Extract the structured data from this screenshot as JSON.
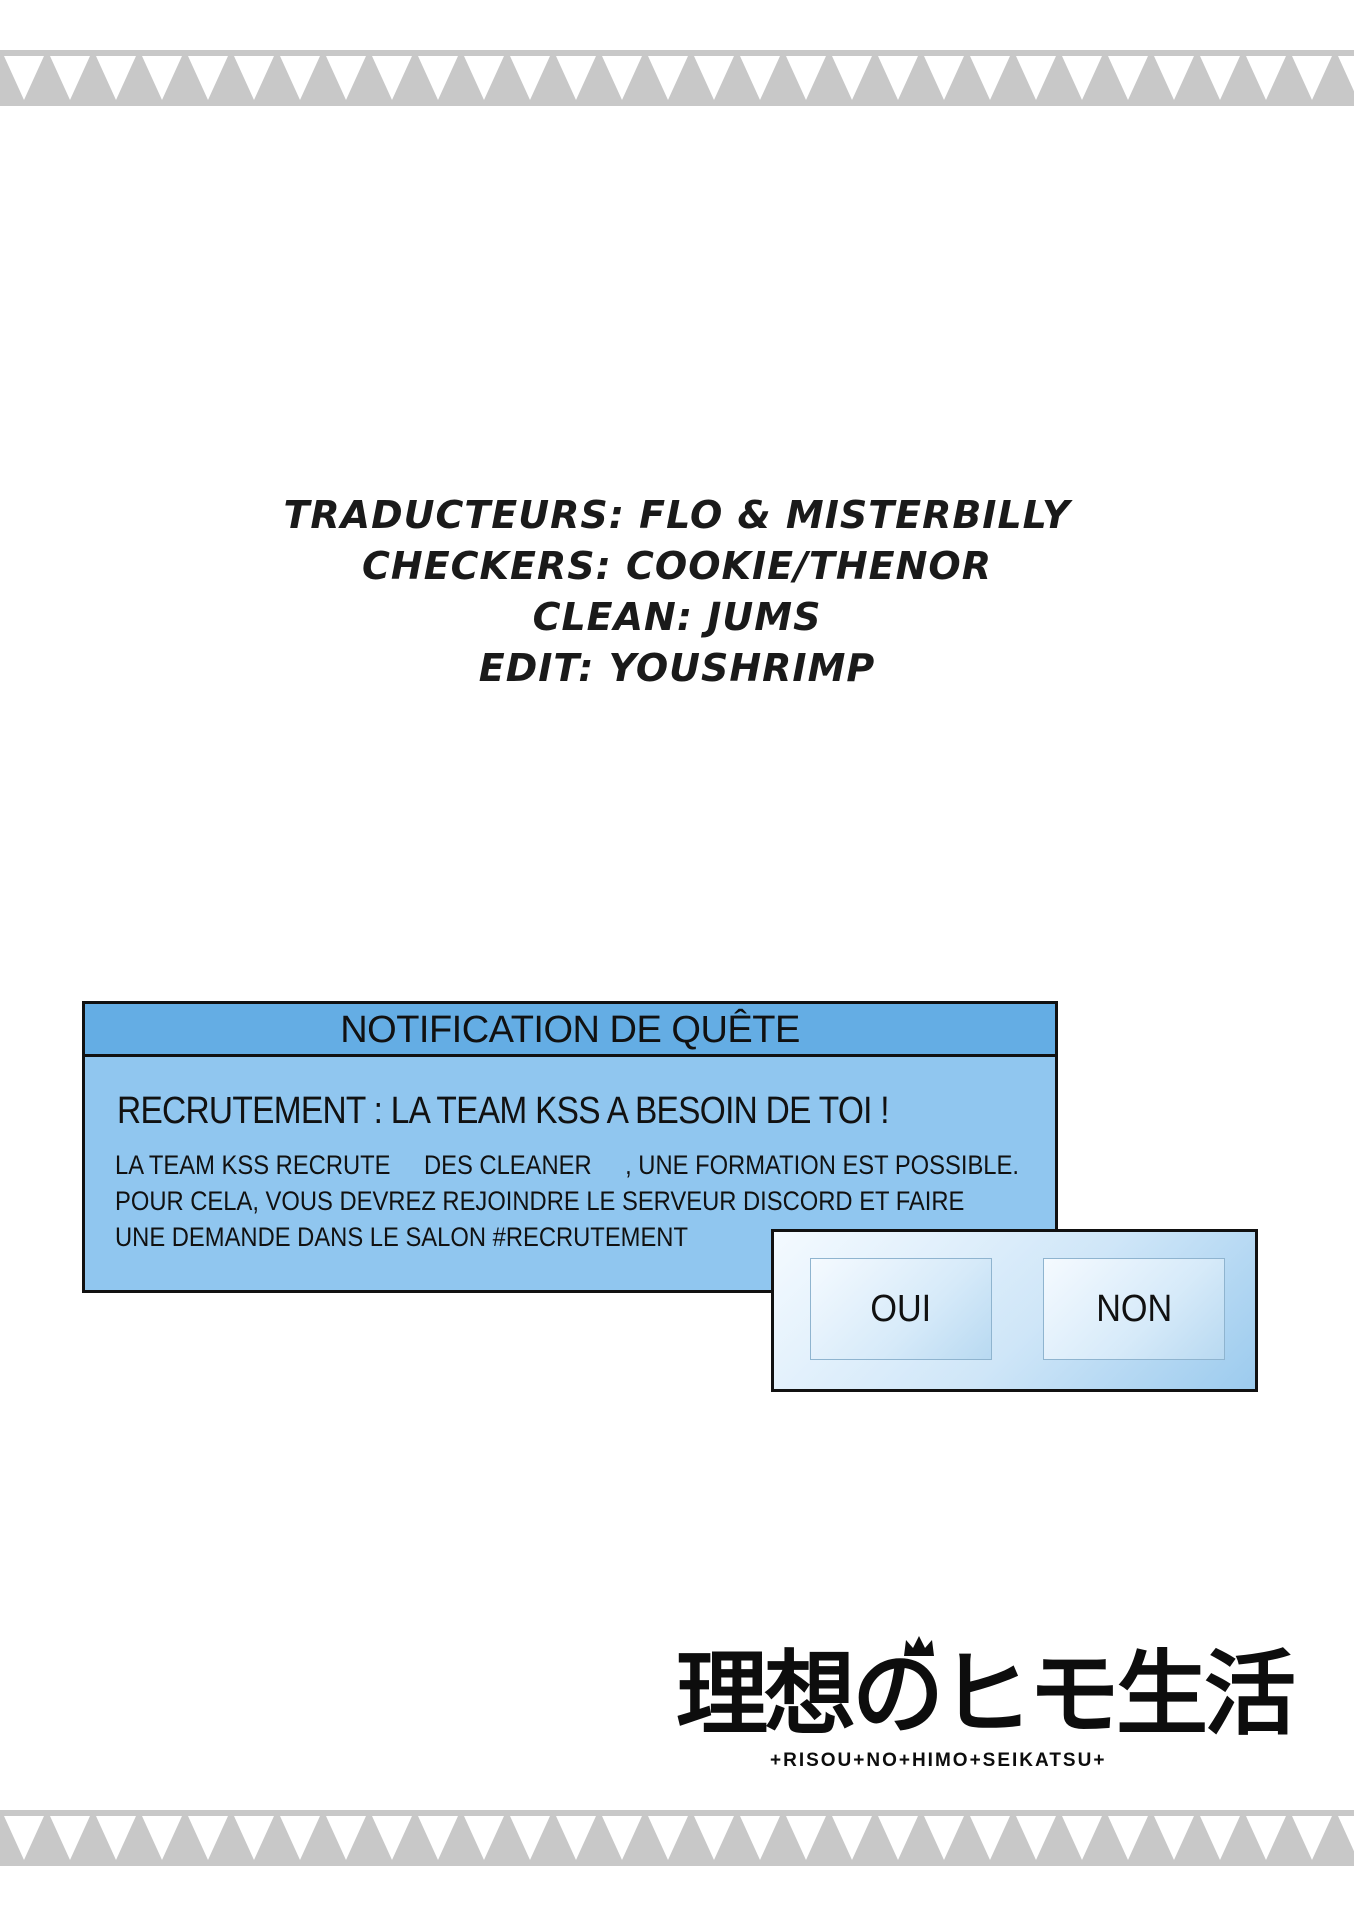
{
  "credits": {
    "translators": "TRADUCTEURS: FLO & MISTERBILLY",
    "checkers": "CHECKERS: COOKIE/THENOR",
    "clean": "CLEAN: JUMS",
    "edit": "EDIT: YOUSHRIMP"
  },
  "quest": {
    "header": "NOTIFICATION DE QUÊTE",
    "title": "RECRUTEMENT : LA TEAM KSS A BESOIN DE TOI !",
    "body_line1_a": "LA TEAM KSS RECRUTE",
    "body_line1_b": "DES CLEANER",
    "body_line1_c": ", UNE FORMATION EST POSSIBLE.",
    "body_line2": "POUR CELA, VOUS DEVREZ REJOINDRE LE SERVEUR DISCORD ET FAIRE",
    "body_line3": "UNE DEMANDE DANS LE SALON #RECRUTEMENT"
  },
  "choices": {
    "yes": "OUI",
    "no": "NON"
  },
  "logo": {
    "kanji": "理想のヒモ生活",
    "subtitle": "+RISOU+NO+HIMO+SEIKATSU+"
  },
  "colors": {
    "panel": "#90c6ef",
    "panel_header": "#64ade4",
    "border_pattern": "#c8c8c8"
  }
}
